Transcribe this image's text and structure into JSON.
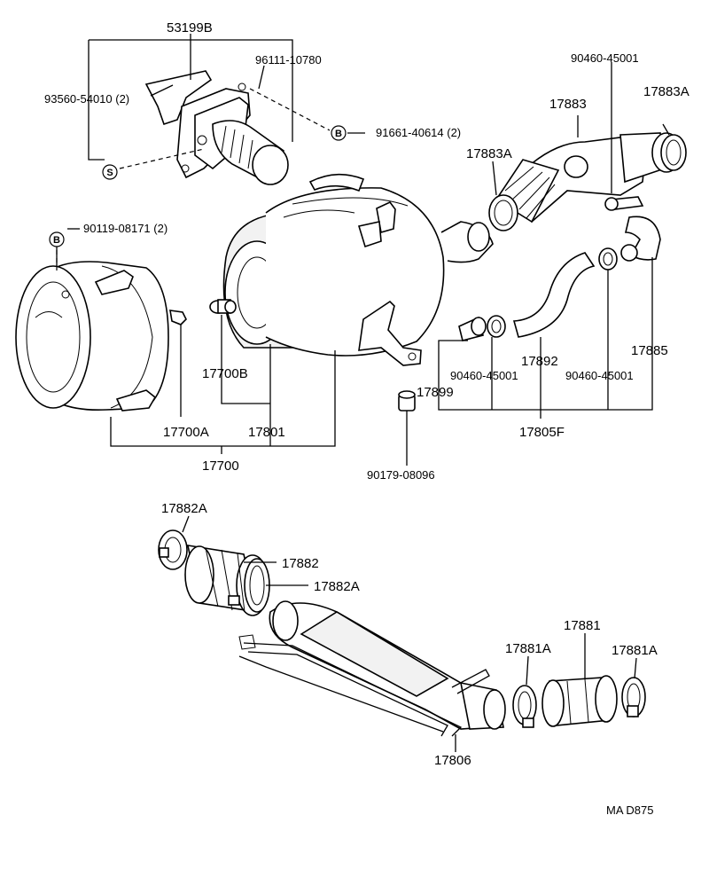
{
  "diagram": {
    "labels": {
      "l53199B": "53199B",
      "l96111": "96111-10780",
      "l93560": "93560-54010 (2)",
      "l91661": "91661-40614 (2)",
      "l90460_top": "90460-45001",
      "l17883": "17883",
      "l17883A_r": "17883A",
      "l17883A_l": "17883A",
      "l90119": "90119-08171 (2)",
      "l17700B": "17700B",
      "l17700A": "17700A",
      "l17801": "17801",
      "l17700": "17700",
      "l17899": "17899",
      "l90460_mid": "90460-45001",
      "l17892": "17892",
      "l90460_right": "90460-45001",
      "l17885": "17885",
      "l17805F": "17805F",
      "l90179": "90179-08096",
      "l17882A_top": "17882A",
      "l17882": "17882",
      "l17882A_mid": "17882A",
      "l17881": "17881",
      "l17881A_l": "17881A",
      "l17881A_r": "17881A",
      "l17806": "17806",
      "code": "MA  D875"
    },
    "symbols": {
      "s": "S",
      "b": "B"
    }
  }
}
